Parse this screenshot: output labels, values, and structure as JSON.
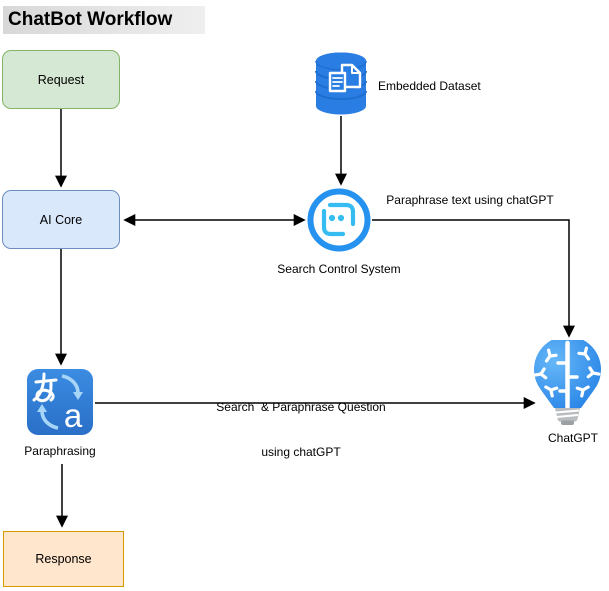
{
  "title": "ChatBot Workflow",
  "nodes": {
    "request": {
      "label": "Request",
      "fill": "#d5e8d4",
      "border": "#82b366"
    },
    "embedded_dataset": {
      "label": "Embedded Dataset",
      "icon": "database-documents-icon"
    },
    "ai_core": {
      "label": "AI Core",
      "fill": "#dae8fc",
      "border": "#6c8ebf"
    },
    "search_control_system": {
      "label": "Search Control System",
      "icon": "bot-face-icon"
    },
    "paraphrasing": {
      "label": "Paraphrasing",
      "icon": "translate-icon",
      "icon_glyphs": {
        "hiragana": "あ",
        "latin": "a"
      }
    },
    "chatgpt": {
      "label": "ChatGPT",
      "icon": "lightbulb-brain-icon"
    },
    "response": {
      "label": "Response",
      "fill": "#ffe6cc",
      "border": "#d79b00"
    }
  },
  "edges": {
    "request_to_aicore": {
      "label": ""
    },
    "dataset_to_search": {
      "label": ""
    },
    "aicore_search_bidirectional": {
      "label": ""
    },
    "search_to_chatgpt": {
      "label": "Paraphrase text using chatGPT"
    },
    "aicore_to_paraphrasing": {
      "label": ""
    },
    "paraphrasing_to_chatgpt": {
      "label_line1": "Search  & Paraphrase Question",
      "label_line2": "using chatGPT"
    },
    "paraphrasing_to_response": {
      "label": ""
    }
  },
  "colors": {
    "icon_blue": "#2a7de2",
    "icon_blue_dark": "#1e6ed0",
    "icon_cyan": "#35bdf2",
    "bulb_base_gray": "#b9bdc0",
    "connector": "#000000",
    "title_bg": "#d8d8d8"
  }
}
